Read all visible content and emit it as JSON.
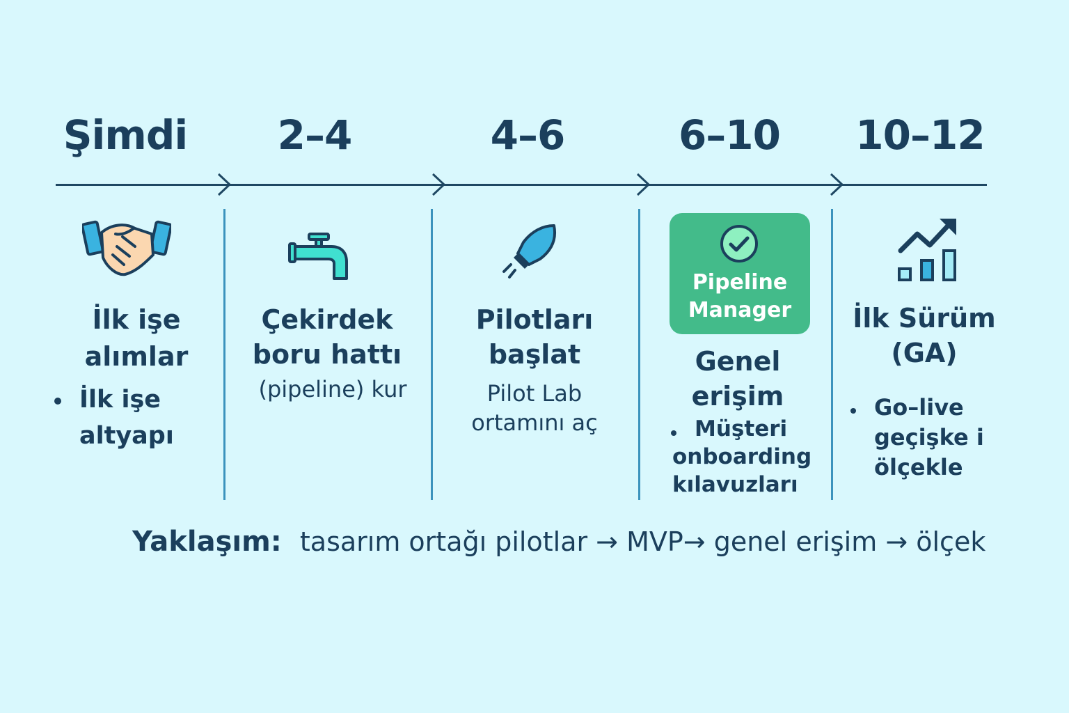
{
  "phases": [
    {
      "label": "Şimdi",
      "icon": "handshake-icon",
      "title": "İlk işe alımlar",
      "title_lines": [
        "İlk işe",
        "alımlar"
      ],
      "bullet": "İlk işe altyapı",
      "bullet_lines": [
        "İlk işe",
        "altyapı"
      ]
    },
    {
      "label": "2–4",
      "icon": "faucet-icon",
      "title_lines": [
        "Çekirdek",
        "boru hattı"
      ],
      "sub": "(pipeline) kur"
    },
    {
      "label": "4–6",
      "icon": "rocket-icon",
      "title_lines": [
        "Pilotları",
        "başlat"
      ],
      "sub_lines": [
        "Pilot Lab",
        "ortamını  aç"
      ]
    },
    {
      "label": "6–10",
      "icon": "check-circle-icon",
      "badge_lines": [
        "Pipeline",
        "Manager"
      ],
      "title_lines": [
        "Genel",
        "erişim"
      ],
      "bullet_lines": [
        "Müşteri",
        "onboarding",
        "kılavuzları"
      ]
    },
    {
      "label": "10–12",
      "icon": "growth-chart-icon",
      "title_lines": [
        "İlk Sürüm",
        "(GA)"
      ],
      "bullet_lines": [
        "Go–live",
        "geçişke i",
        "ölçekle"
      ]
    }
  ],
  "approach": {
    "label": "Yaklaşım:",
    "text": "tasarım ortağı pilotlar → MVP→ genel erişim →  ölçek"
  },
  "colors": {
    "background": "#d9f8fd",
    "text": "#1b3f5c",
    "divider": "#3b93bd",
    "badge": "#43bb8a",
    "accent": "#40e0d0"
  }
}
